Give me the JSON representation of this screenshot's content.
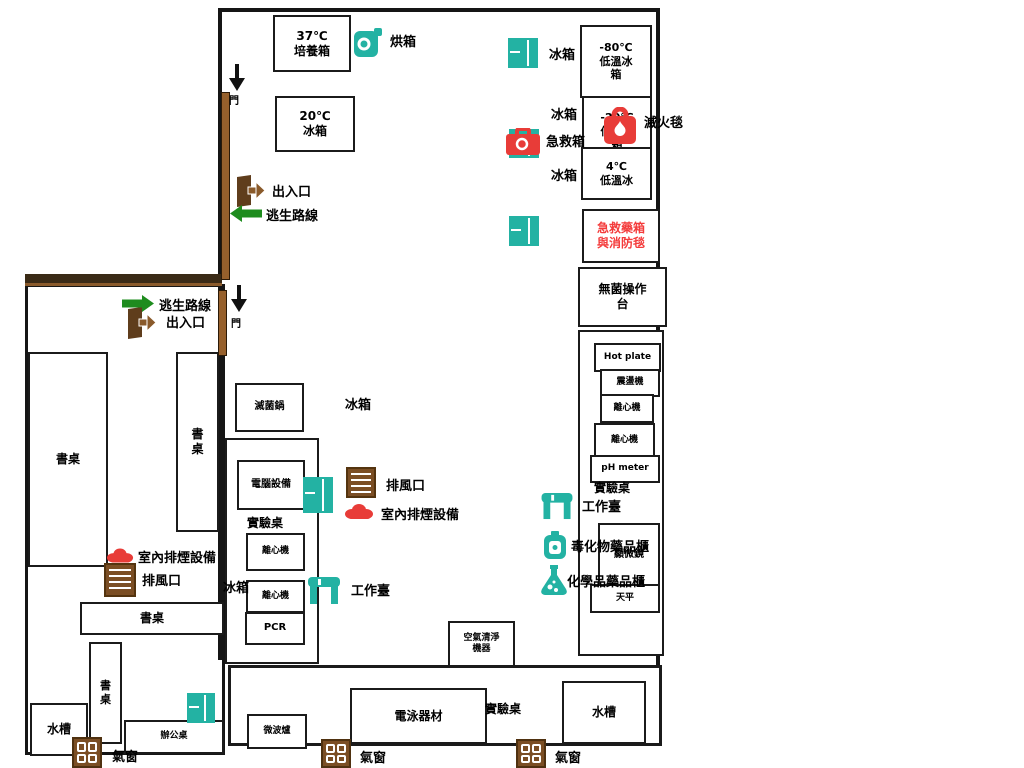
{
  "colors": {
    "teal": "#23b2a3",
    "brown": "#7b4e24",
    "door_brown": "#96602c",
    "green": "#1e8c1e",
    "red": "#e83c38",
    "red_text": "#f43b3b"
  },
  "equipment_boxes": {
    "incubator_37": "37℃\n培養箱",
    "fridge_20": "20℃\n冰箱",
    "freezer_minus80": "-80℃\n低溫冰\n箱",
    "freezer_minus20": "-20℃\n低溫冰\n箱",
    "fridge_4": "4℃\n低溫冰",
    "first_aid_cabinet": "急救藥箱\n與消防毯",
    "sterile_bench": "無菌操作\n台",
    "hot_plate": "Hot plate",
    "shaker": "震盪機",
    "centrifuge_r1": "離心機",
    "centrifuge_r2": "離心機",
    "ph_meter": "pH meter",
    "microscope": "顯微鏡",
    "balance": "天平",
    "autoclave": "滅菌鍋",
    "computer": "電腦設備",
    "centrifuge_m1": "離心機",
    "centrifuge_m2": "離心機",
    "pcr": "PCR",
    "air_purifier": "空氣清淨\n機器",
    "microwave": "微波爐",
    "electrophoresis": "電泳器材",
    "sink_main": "水槽",
    "sink_left": "水槽",
    "desk_left_tall": "書桌",
    "desk_right_tall": "書\n桌",
    "desk_bottom_wide": "書桌",
    "desk_bottom_tall": "書\n桌",
    "office_desk": "辦公桌"
  },
  "icon_labels": {
    "oven": "烘箱",
    "fridge": "冰箱",
    "first_aid": "急救箱",
    "fire_blanket": "滅火毯",
    "exit": "出入口",
    "escape_route": "逃生路線",
    "door": "門",
    "vent": "排風口",
    "indoor_smoke_exhaust": "室內排煙設備",
    "workbench": "工作臺",
    "toxic_cabinet": "毒化物藥品櫃",
    "chemical_cabinet": "化學品藥品櫃",
    "window": "氣窗",
    "lab_table": "實驗桌"
  }
}
